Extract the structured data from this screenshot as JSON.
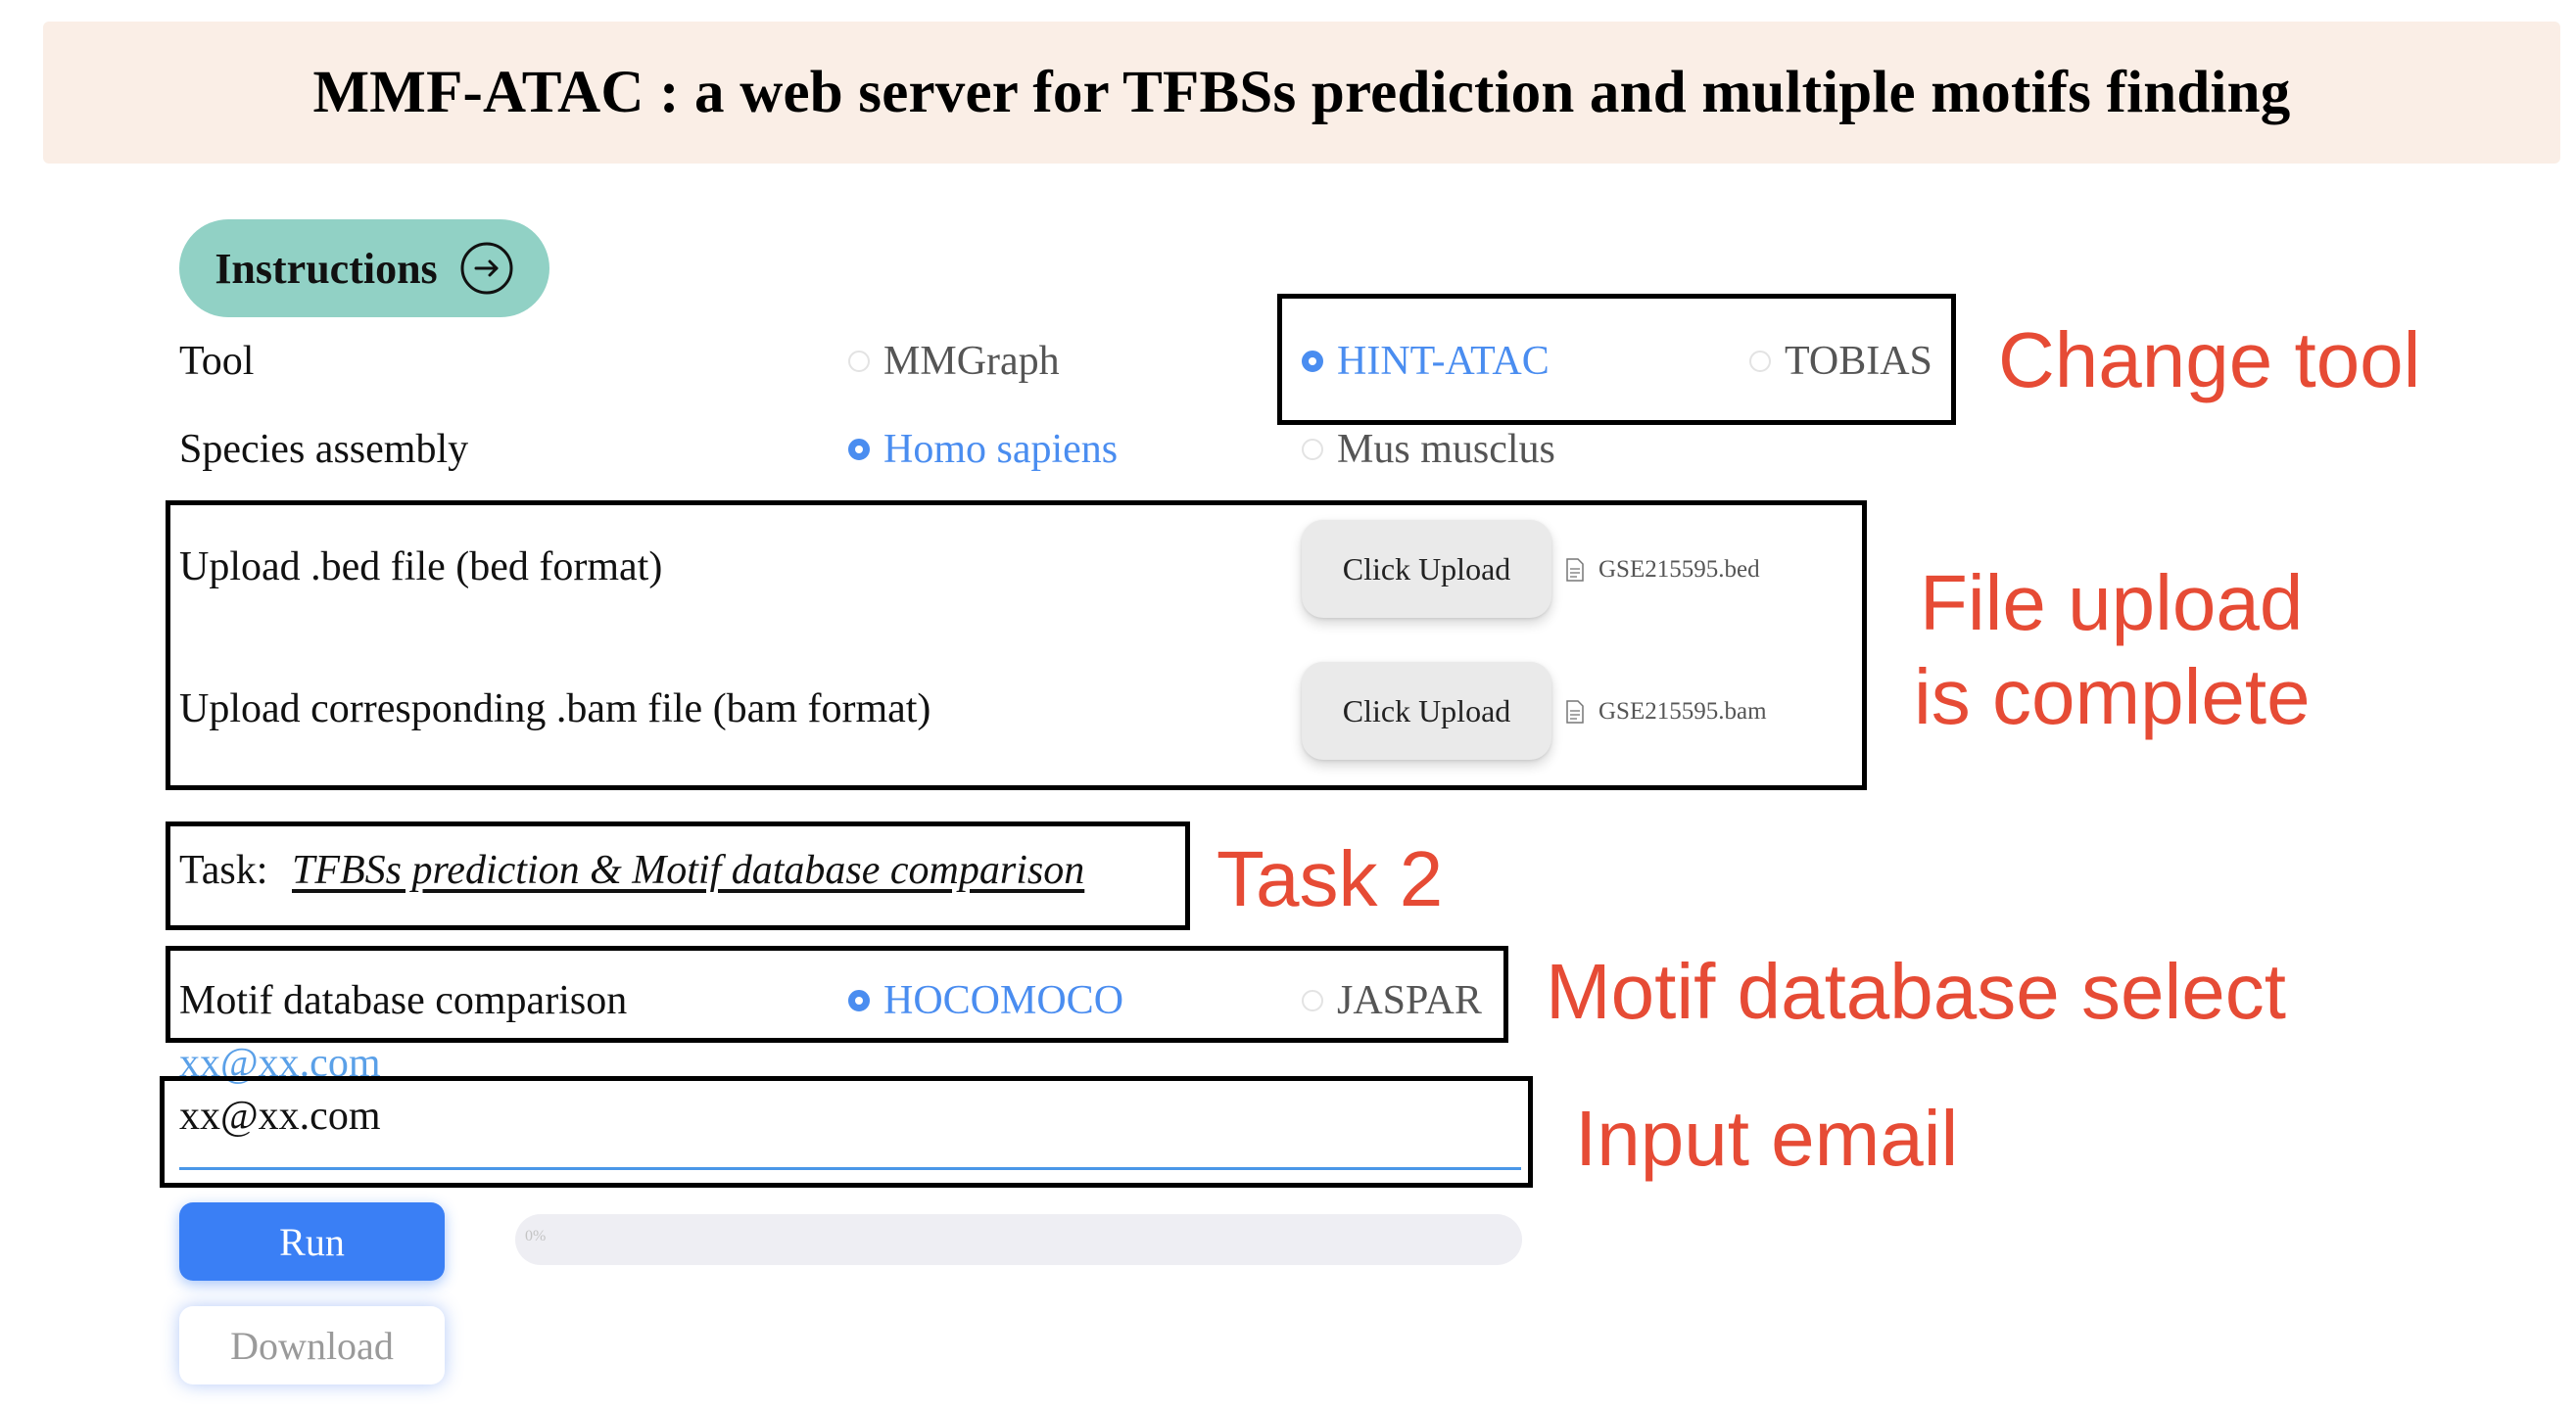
{
  "header": {
    "title": "MMF-ATAC : a web server for TFBSs prediction and multiple motifs finding"
  },
  "instructions": {
    "label": "Instructions",
    "icon": "arrow-right-circle-icon"
  },
  "tool": {
    "label": "Tool",
    "options": [
      {
        "label": "MMGraph",
        "selected": false
      },
      {
        "label": "HINT-ATAC",
        "selected": true
      },
      {
        "label": "TOBIAS",
        "selected": false
      }
    ]
  },
  "species": {
    "label": "Species assembly",
    "options": [
      {
        "label": "Homo sapiens",
        "selected": true
      },
      {
        "label": "Mus musclus",
        "selected": false
      }
    ]
  },
  "uploads": {
    "bed": {
      "label": "Upload .bed file (bed format)",
      "button": "Click Upload",
      "filename": "GSE215595.bed"
    },
    "bam": {
      "label": "Upload corresponding .bam file (bam format)",
      "button": "Click Upload",
      "filename": "GSE215595.bam"
    }
  },
  "task": {
    "label": "Task:",
    "value": "TFBSs prediction & Motif database comparison"
  },
  "motif_db": {
    "label": "Motif database comparison",
    "options": [
      {
        "label": "HOCOMOCO",
        "selected": true
      },
      {
        "label": "JASPAR",
        "selected": false
      }
    ]
  },
  "email": {
    "floating_label": "xx@xx.com",
    "value": "xx@xx.com"
  },
  "actions": {
    "run_label": "Run",
    "download_label": "Download",
    "progress_text": "0%",
    "progress_fraction": 0
  },
  "annotations": {
    "change_tool": "Change tool",
    "file_upload_line1": "File upload",
    "file_upload_line2": "is complete",
    "task2": "Task 2",
    "motif_select": "Motif database select",
    "input_email": "Input email"
  },
  "colors": {
    "header_bg": "#faeee6",
    "instructions_bg": "#91d1c5",
    "selected_blue": "#4a8df0",
    "annotation_red": "#e64b35",
    "run_blue": "#3a7ff5"
  }
}
